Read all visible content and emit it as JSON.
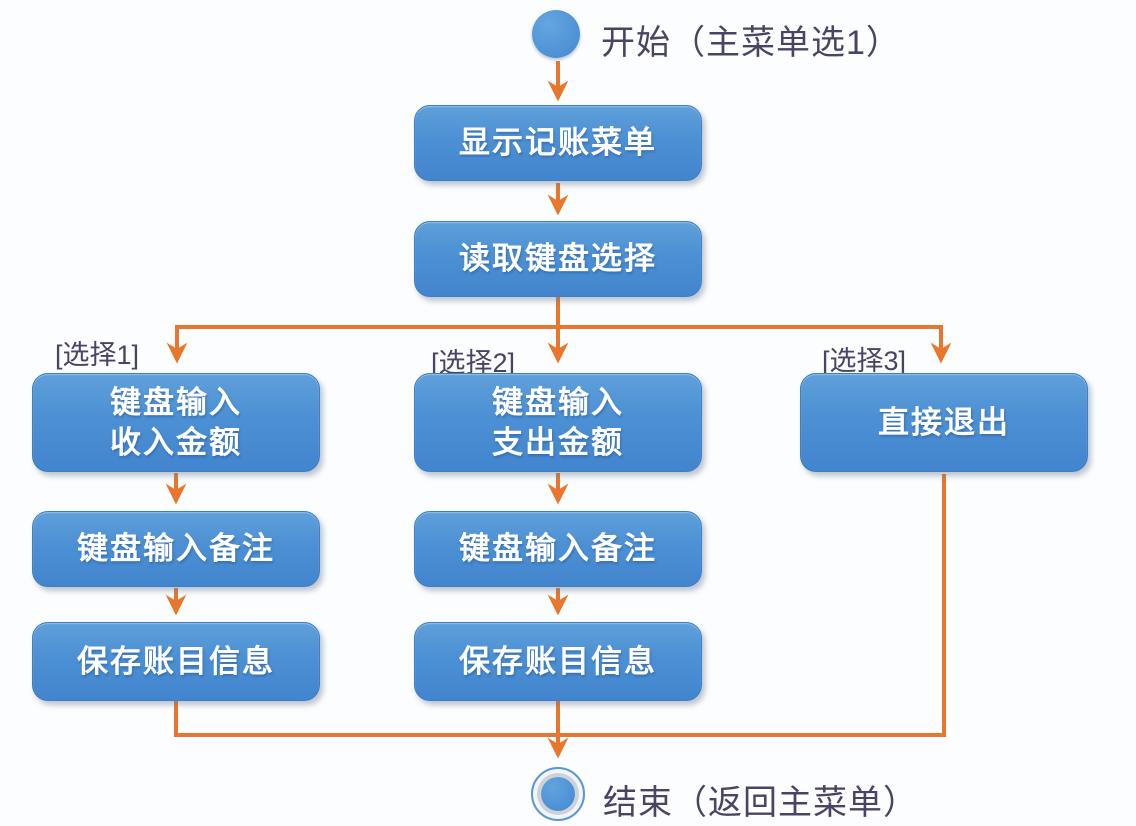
{
  "flowchart": {
    "start_label": "开始（主菜单选1）",
    "end_label": "结束（返回主菜单）",
    "sequence": [
      "显示记账菜单",
      "读取键盘选择"
    ],
    "branches": [
      {
        "label": "[选择1]",
        "steps": [
          [
            "键盘输入",
            "收入金额"
          ],
          [
            "键盘输入备注"
          ],
          [
            "保存账目信息"
          ]
        ]
      },
      {
        "label": "[选择2]",
        "steps": [
          [
            "键盘输入",
            "支出金额"
          ],
          [
            "键盘输入备注"
          ],
          [
            "保存账目信息"
          ]
        ]
      },
      {
        "label": "[选择3]",
        "steps": [
          [
            "直接退出"
          ]
        ]
      }
    ],
    "colors": {
      "canvas_bg": "#FCFDFE",
      "node_fill_top": "#5FA0DA",
      "node_fill_bottom": "#4285CE",
      "node_border": "#3E7EC5",
      "node_text": "#FFFFFF",
      "arrow": "#E8762C",
      "label_text": "#4A4364"
    }
  }
}
